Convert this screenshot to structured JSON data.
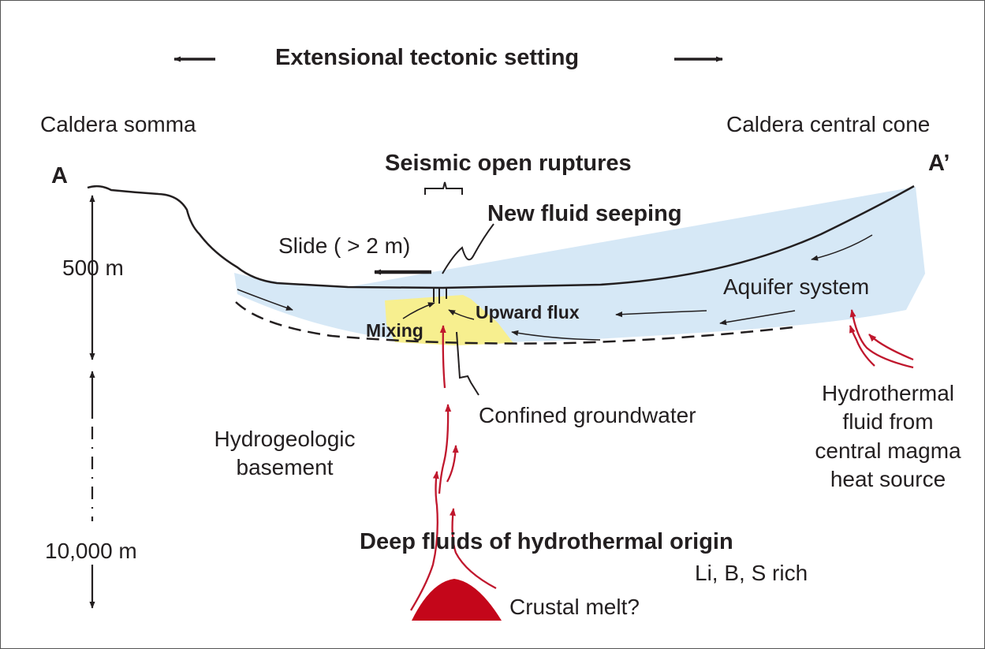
{
  "title": "Extensional tectonic setting",
  "labels": {
    "caldera_somma": "Caldera somma",
    "caldera_central_cone": "Caldera central cone",
    "point_a": "A",
    "point_a_prime": "A’",
    "seismic_open_ruptures": "Seismic open ruptures",
    "new_fluid_seeping": "New fluid seeping",
    "slide": "Slide ( > 2 m)",
    "scale_500m": "500 m",
    "scale_10000m": "10,000 m",
    "aquifer_system": "Aquifer system",
    "upward_flux": "Upward flux",
    "mixing": "Mixing",
    "confined_groundwater": "Confined groundwater",
    "hydrogeologic_basement_line1": "Hydrogeologic",
    "hydrogeologic_basement_line2": "basement",
    "hydrothermal_fluid_line1": "Hydrothermal",
    "hydrothermal_fluid_line2": "fluid from",
    "hydrothermal_fluid_line3": "central magma",
    "hydrothermal_fluid_line4": "heat source",
    "deep_fluids": "Deep fluids of hydrothermal origin",
    "li_b_s_rich": "Li, B, S rich",
    "crustal_melt": "Crustal melt?"
  },
  "colors": {
    "aquifer_fill": "#d6e8f6",
    "mixing_zone_fill": "#f7ef8f",
    "hydrothermal_arrow": "#c0172d",
    "crustal_melt_fill": "#c4061a",
    "line": "#231f20"
  }
}
